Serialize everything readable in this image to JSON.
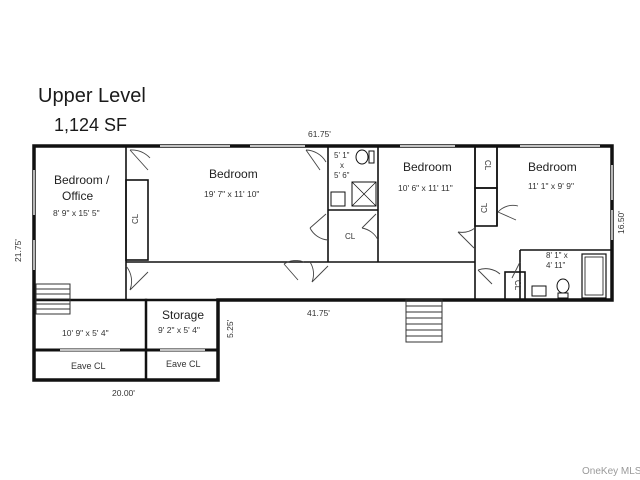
{
  "plan": {
    "title": "Upper Level",
    "area": "1,124 SF"
  },
  "dimensions": {
    "top_width": "61.75'",
    "left_height": "21.75'",
    "right_height": "16.50'",
    "mid_width": "41.75'",
    "step_height": "5.25'",
    "bottom_width": "20.00'"
  },
  "rooms": {
    "bedroom_office": {
      "line1": "Bedroom /",
      "line2": "Office",
      "size": "8' 9\" x 15' 5\""
    },
    "bedroom_1": {
      "label": "Bedroom",
      "size": "19' 7\" x 11' 10\""
    },
    "bath_1": {
      "w": "5' 1\"",
      "x": "x",
      "h": "5' 6\""
    },
    "bedroom_2": {
      "label": "Bedroom",
      "size": "10' 6\" x 11' 11\""
    },
    "bedroom_3": {
      "label": "Bedroom",
      "size": "11' 1\" x 9' 9\""
    },
    "bath_2": {
      "w": "8' 1\" x",
      "h": "4' 11\""
    },
    "storage": {
      "label": "Storage",
      "size": "9' 2\" x 5' 4\""
    },
    "landing": {
      "size": "10' 9\" x 5' 4\""
    },
    "eave_left": {
      "label": "Eave CL"
    },
    "eave_right": {
      "label": "Eave CL"
    }
  },
  "closets": {
    "bedroom_1": "CL",
    "bath_hall": "CL",
    "bedroom_3_top": "CL",
    "bedroom_3_mid": "CL",
    "bath_2": "CL"
  },
  "watermark": "OneKey MLS"
}
